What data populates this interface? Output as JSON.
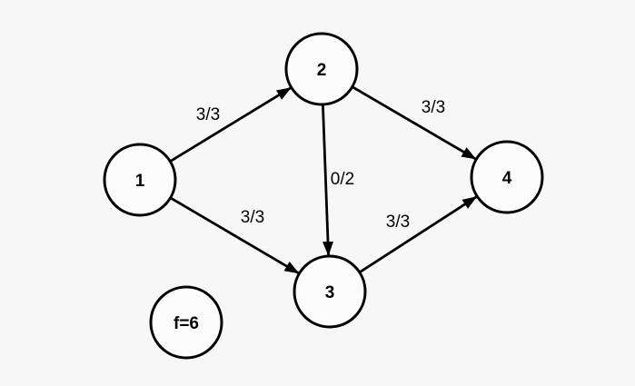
{
  "colors": {
    "background": "#f7f7f7",
    "node_fill": "#fcfcfc",
    "stroke": "#000000",
    "text": "#000000"
  },
  "graph": {
    "type": "flow-network",
    "nodes": [
      {
        "id": "1",
        "label": "1"
      },
      {
        "id": "2",
        "label": "2"
      },
      {
        "id": "3",
        "label": "3"
      },
      {
        "id": "4",
        "label": "4"
      }
    ],
    "edges": [
      {
        "from": "1",
        "to": "2",
        "label": "3/3",
        "flow": 3,
        "capacity": 3
      },
      {
        "from": "2",
        "to": "4",
        "label": "3/3",
        "flow": 3,
        "capacity": 3
      },
      {
        "from": "1",
        "to": "3",
        "label": "3/3",
        "flow": 3,
        "capacity": 3
      },
      {
        "from": "2",
        "to": "3",
        "label": "0/2",
        "flow": 0,
        "capacity": 2
      },
      {
        "from": "3",
        "to": "4",
        "label": "3/3",
        "flow": 3,
        "capacity": 3
      }
    ],
    "total_flow": {
      "label": "f=6",
      "value": 6
    }
  }
}
